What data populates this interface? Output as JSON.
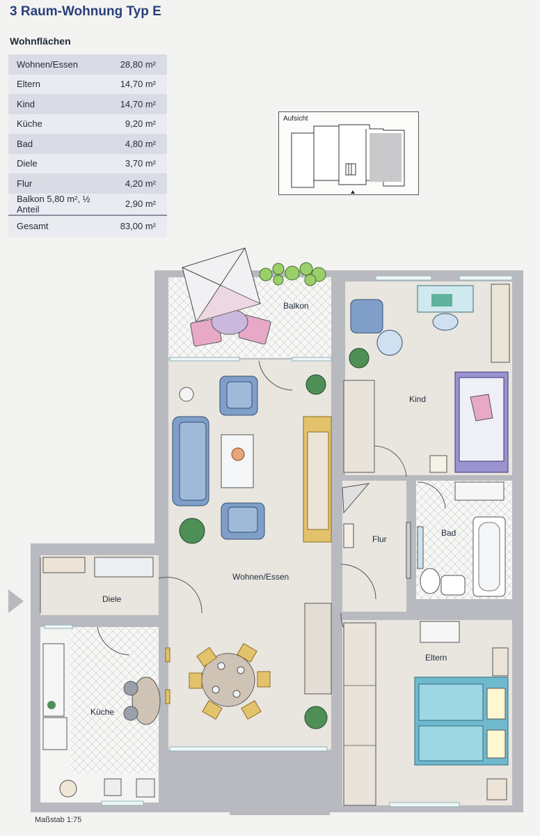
{
  "title": "3 Raum-Wohnung Typ E",
  "area_section": {
    "heading": "Wohnflächen",
    "rows": [
      {
        "label": "Wohnen/Essen",
        "value": "28,80 m²"
      },
      {
        "label": "Eltern",
        "value": "14,70 m²"
      },
      {
        "label": "Kind",
        "value": "14,70 m²"
      },
      {
        "label": "Küche",
        "value": "9,20 m²"
      },
      {
        "label": "Bad",
        "value": "4,80 m²"
      },
      {
        "label": "Diele",
        "value": "3,70 m²"
      },
      {
        "label": "Flur",
        "value": "4,20 m²"
      },
      {
        "label": "Balkon 5,80 m², ½ Anteil",
        "value": "2,90 m²"
      }
    ],
    "total": {
      "label": "Gesamt",
      "value": "83,00 m²"
    }
  },
  "site_plan": {
    "label": "Aufsicht"
  },
  "rooms": {
    "balkon": "Balkon",
    "kind": "Kind",
    "wohnen": "Wohnen/Essen",
    "flur": "Flur",
    "bad": "Bad",
    "diele": "Diele",
    "kueche": "Küche",
    "eltern": "Eltern"
  },
  "scale": "Maßstab 1:75",
  "colors": {
    "wall": "#b9bac0",
    "floor": "#e9e5df",
    "tile": "#f7f7f5",
    "title": "#2a3f7a",
    "sofa": "#7f9fc9",
    "shelf": "#e3c26c"
  }
}
